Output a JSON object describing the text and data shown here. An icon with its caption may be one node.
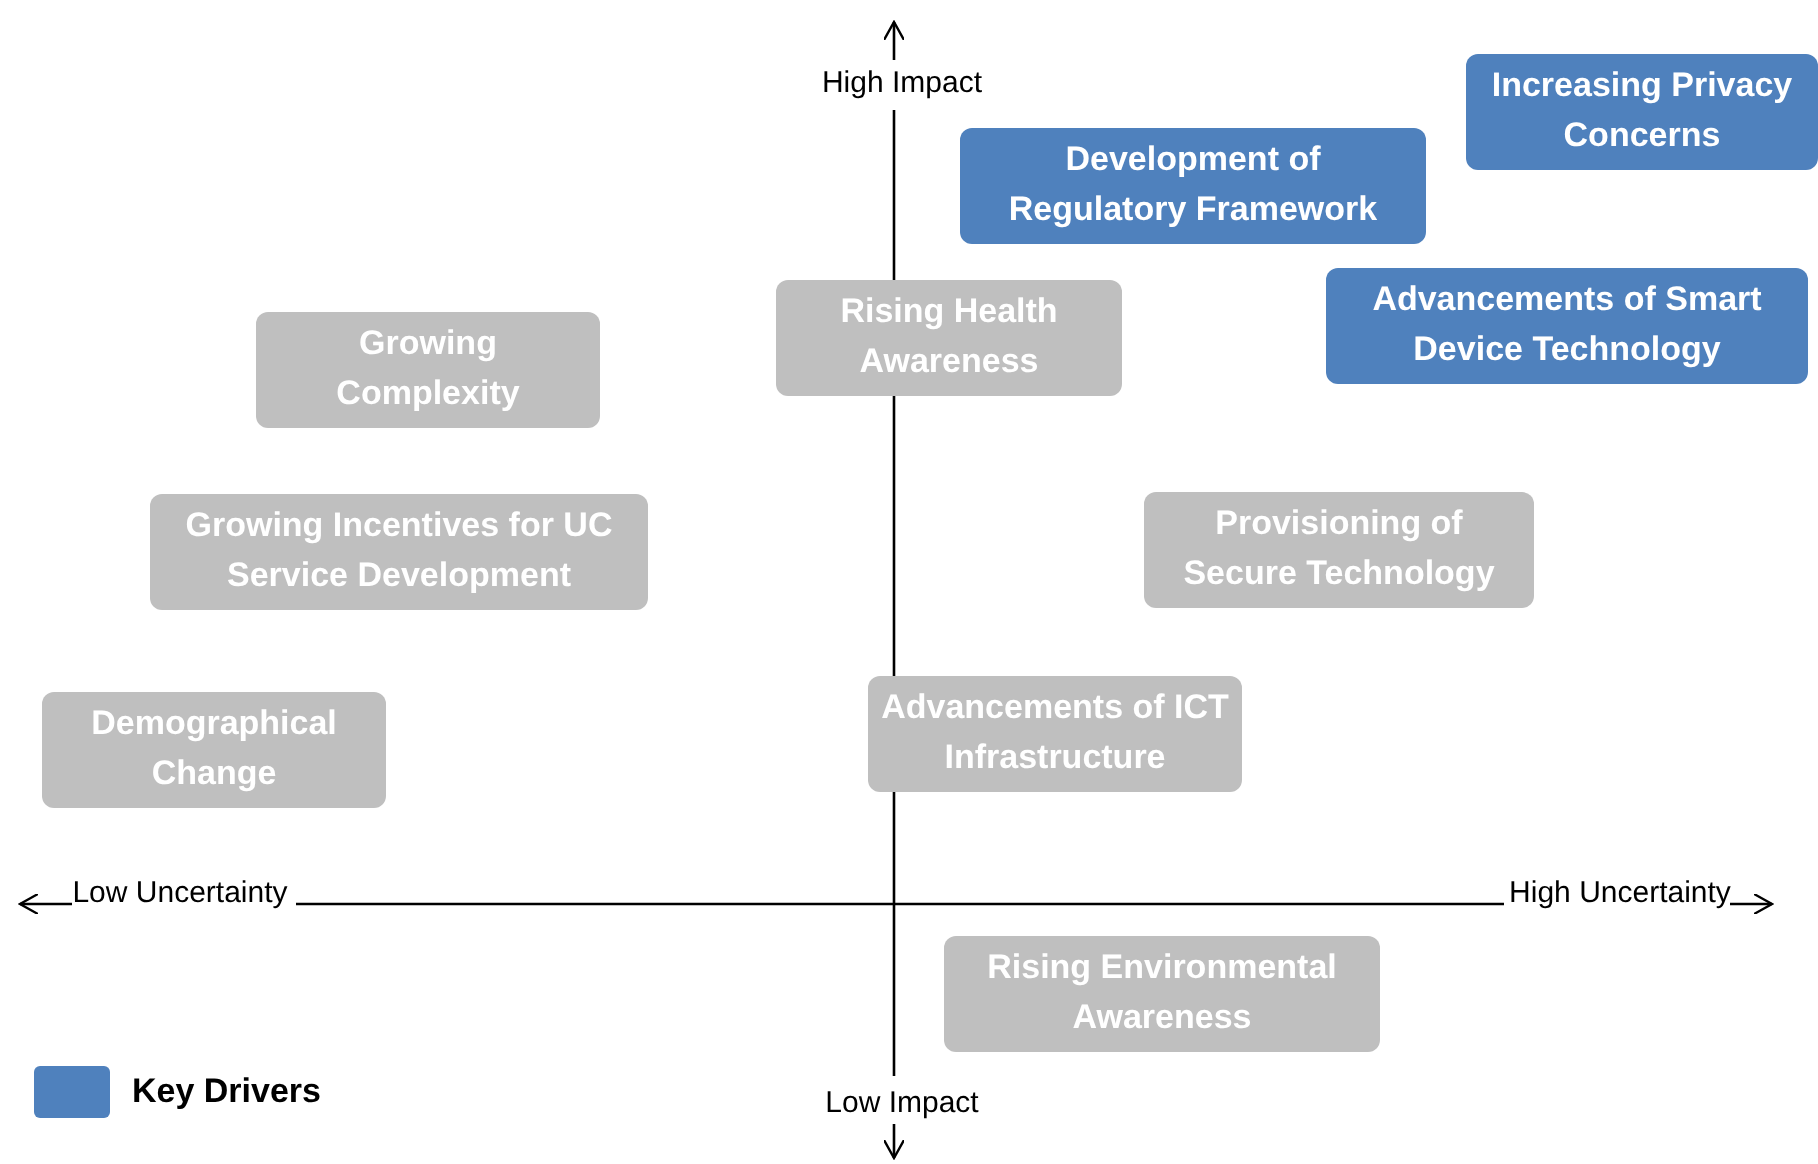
{
  "diagram": {
    "nodes": [
      {
        "text": [
          "Increasing Privacy Concerns"
        ]
      },
      {
        "text": [
          "Development of Regulatory Framework"
        ]
      },
      {
        "text": [
          "Advancements of Smart Device Technology"
        ]
      },
      {
        "text": [
          "Rising Health Awareness"
        ]
      },
      {
        "text": [
          "Growing Complexity"
        ]
      },
      {
        "text": [
          "Provisioning of Secure Technology"
        ]
      },
      {
        "text": [
          "Growing Incentives for UC Service Development"
        ]
      },
      {
        "text": [
          "Advancements of ICT Infrastructure"
        ]
      },
      {
        "text": [
          "Demographical Change"
        ]
      },
      {
        "text": [
          "Rising Environmental Awareness"
        ]
      }
    ],
    "labels": [
      "High Impact",
      "Low Uncertainty",
      "High Uncertainty",
      "Low Impact"
    ],
    "legend": [
      {
        "text": "Key Drivers",
        "color": "#4f81bd"
      }
    ]
  }
}
